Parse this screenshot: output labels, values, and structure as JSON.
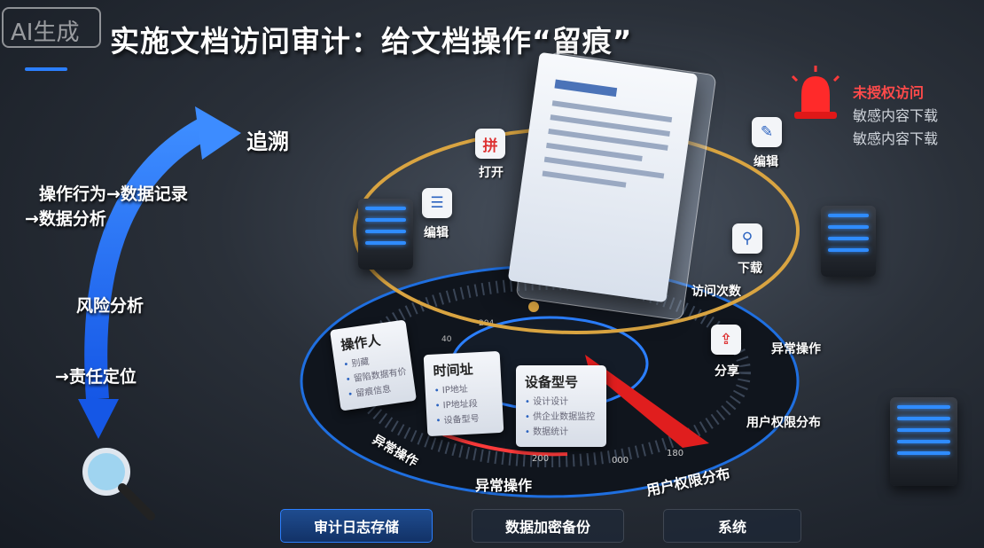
{
  "badge": "AI生成",
  "title": "实施文档访问审计：给文档操作“留痕”",
  "left": {
    "trace": "追溯",
    "step1a": "操作行为→数据记录",
    "step1b": "→数据分析",
    "step2": "风险分析",
    "step3": "→责任定位"
  },
  "ops": [
    {
      "icon": "拼",
      "label": "打开"
    },
    {
      "icon": "✎",
      "label": "编辑"
    },
    {
      "icon": "☰",
      "label": "编辑"
    },
    {
      "icon": "⚲",
      "label": "下载"
    },
    {
      "icon": "⇪",
      "label": "分享"
    }
  ],
  "alerts": {
    "title": "未授权访问",
    "l1": "敏感内容下载",
    "l2": "敏感内容下载",
    "color": "#ff3b3b"
  },
  "cards": [
    {
      "title": "操作人",
      "items": [
        "别藏",
        "留陷数据有价",
        "留痕信息"
      ]
    },
    {
      "title": "时间址",
      "items": [
        "IP地址",
        "IP地址段",
        "设备型号"
      ]
    },
    {
      "title": "设备型号",
      "items": [
        "设计设计",
        "供企业数据监控",
        "数据统计"
      ]
    }
  ],
  "gauge": {
    "access": "访问次数",
    "abn1": "异常操作",
    "abn2": "异常操作",
    "abn3": "异常操作",
    "perm1": "用户权限分布",
    "perm2": "用户权限分布",
    "t1": "204",
    "t2": "40",
    "t3": "200",
    "t4": "000",
    "t5": "180"
  },
  "bottom": [
    "审计日志存储",
    "数据加密备份",
    "系统"
  ],
  "colors": {
    "accent": "#2b7fff",
    "alert": "#ff3b3b",
    "ring": "#d9a441"
  }
}
